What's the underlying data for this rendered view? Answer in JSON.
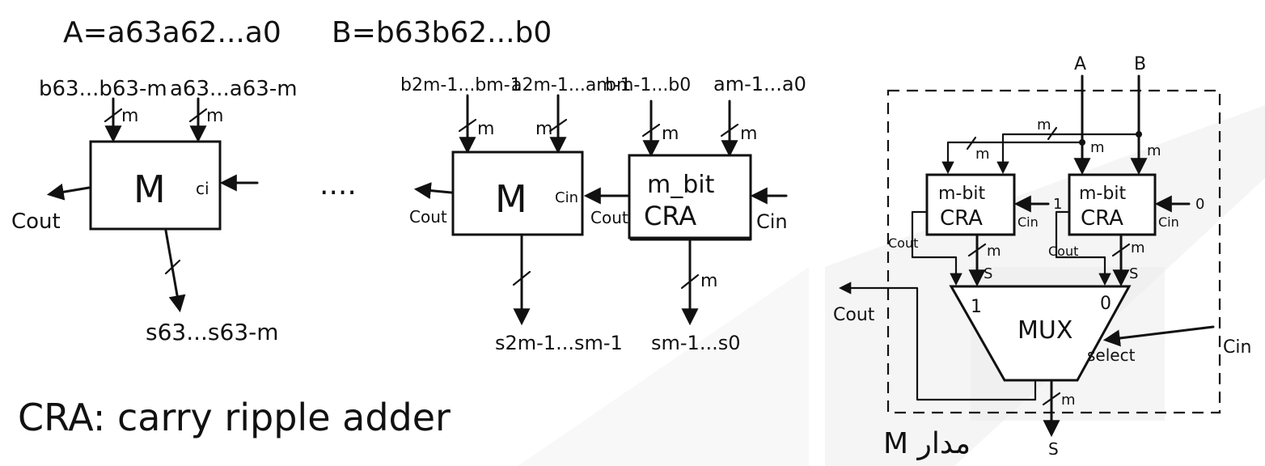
{
  "equations": {
    "a_def": "A=a63a62...a0",
    "b_def": "B=b63b62...b0"
  },
  "left_block": {
    "in_b": "b63...b63-m",
    "in_a": "a63...a63-m",
    "bus_b": "m",
    "bus_a": "m",
    "box": "M",
    "cin": "ci",
    "cout": "Cout",
    "out": "s63...s63-m"
  },
  "ellipsis": "....",
  "mid_block": {
    "in_b": "b2m-1...bm-1",
    "in_a": "a2m-1...am-1",
    "bus_b": "m",
    "bus_a": "m",
    "box": "M",
    "cin": "Cin",
    "cout": "Cout",
    "out": "s2m-1...sm-1"
  },
  "cra_block": {
    "in_b": "bm-1...b0",
    "in_a": "am-1...a0",
    "bus_b": "m",
    "bus_a": "m",
    "line1": "m_bit",
    "line2": "CRA",
    "cin": "Cin",
    "cout": "Cout",
    "bus_out": "m",
    "out": "sm-1...s0"
  },
  "legend": "CRA: carry ripple adder",
  "detail": {
    "in_a": "A",
    "in_b": "B",
    "bus_top": "m",
    "bus_1": "m",
    "bus_2": "m",
    "bus_3": "m",
    "cra1_line1": "m-bit",
    "cra1_line2": "CRA",
    "cra1_cin_label": "Cin",
    "cra1_cin_value": "1",
    "cra0_line1": "m-bit",
    "cra0_line2": "CRA",
    "cra0_cin_label": "Cin",
    "cra0_cin_value": "0",
    "cout1": "Cout",
    "cout0": "Cout",
    "s1_bus": "m",
    "s1": "S",
    "s0_bus": "m",
    "s0": "S",
    "mux": "MUX",
    "mux_in1": "1",
    "mux_in0": "0",
    "select": "select",
    "cin": "Cin",
    "cout": "Cout",
    "out_bus": "m",
    "out": "S",
    "caption": "M مدار"
  }
}
